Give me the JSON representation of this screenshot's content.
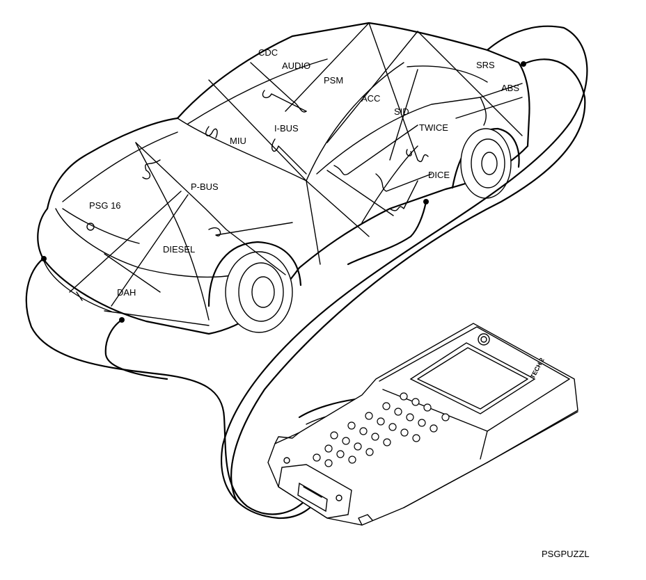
{
  "modules": {
    "cdc": "CDC",
    "audio": "AUDIO",
    "psm": "PSM",
    "acc": "ACC",
    "sid": "SID",
    "srs": "SRS",
    "abs": "ABS",
    "twice": "TWICE",
    "i_bus": "I-BUS",
    "miu": "MIU",
    "dice": "DICE",
    "p_bus": "P-BUS",
    "psg16": "PSG 16",
    "diesel": "DIESEL",
    "dah": "DAH"
  },
  "tool": {
    "brand": "TECH 2"
  },
  "figure_id": "PSGPUZZL"
}
